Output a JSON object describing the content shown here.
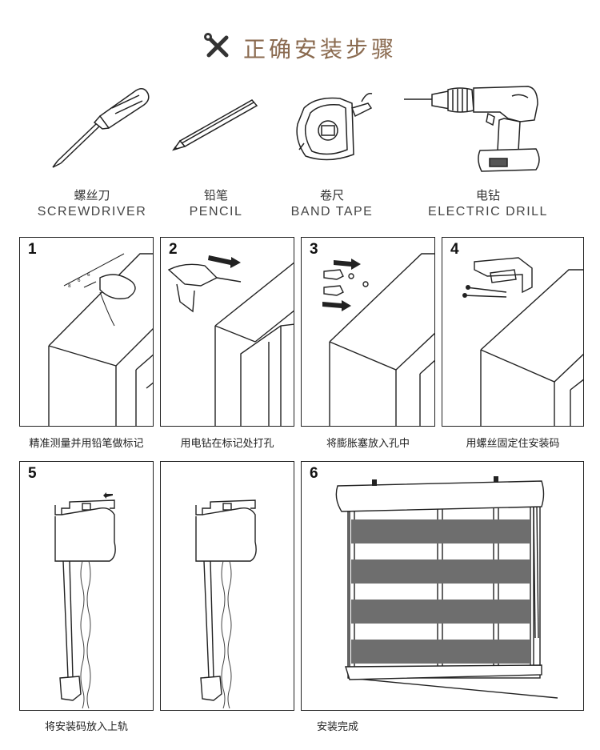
{
  "header": {
    "title": "正确安装步骤",
    "icon": "tools-icon"
  },
  "tools": [
    {
      "cn": "螺丝刀",
      "en": "SCREWDRIVER",
      "icon": "screwdriver-icon"
    },
    {
      "cn": "铅笔",
      "en": "PENCIL",
      "icon": "pencil-icon"
    },
    {
      "cn": "卷尺",
      "en": "BAND TAPE",
      "icon": "tape-measure-icon"
    },
    {
      "cn": "电钻",
      "en": "ELECTRIC DRILL",
      "icon": "electric-drill-icon"
    }
  ],
  "steps": [
    {
      "num": "1",
      "caption": "精准测量并用铅笔做标记"
    },
    {
      "num": "2",
      "caption": "用电钻在标记处打孔"
    },
    {
      "num": "3",
      "caption": "将膨胀塞放入孔中"
    },
    {
      "num": "4",
      "caption": "用螺丝固定住安装码"
    },
    {
      "num": "5",
      "caption": "将安装码放入上轨"
    },
    {
      "num": "",
      "caption": ""
    },
    {
      "num": "6",
      "caption": "安装完成"
    }
  ],
  "colors": {
    "title": "#8a6a4f",
    "line": "#222222",
    "blind_stripe": "#6e6e6e"
  }
}
